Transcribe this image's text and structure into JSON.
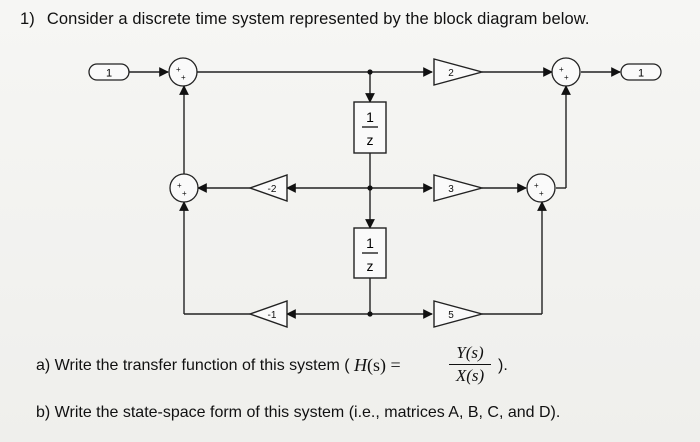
{
  "question": {
    "number": "1)",
    "prompt": "Consider a discrete time system represented by the block diagram below."
  },
  "diagram": {
    "input_label": "1",
    "output_label": "1",
    "delay_numerator": "1",
    "delay_denominator": "z",
    "gains": {
      "top_forward": "2",
      "middle_forward": "3",
      "bottom_forward": "5",
      "middle_feedback": "-2",
      "bottom_feedback": "-1"
    },
    "sum_signs": "+"
  },
  "parts": {
    "a_text": "a) Write the transfer function of this system (",
    "a_H": "H",
    "a_s": "(s) =",
    "a_num": "Y(s)",
    "a_den": "X(s)",
    "a_tail": ").",
    "b_text": "b) Write the state-space form of this system (i.e., matrices A, B, C, and D)."
  }
}
